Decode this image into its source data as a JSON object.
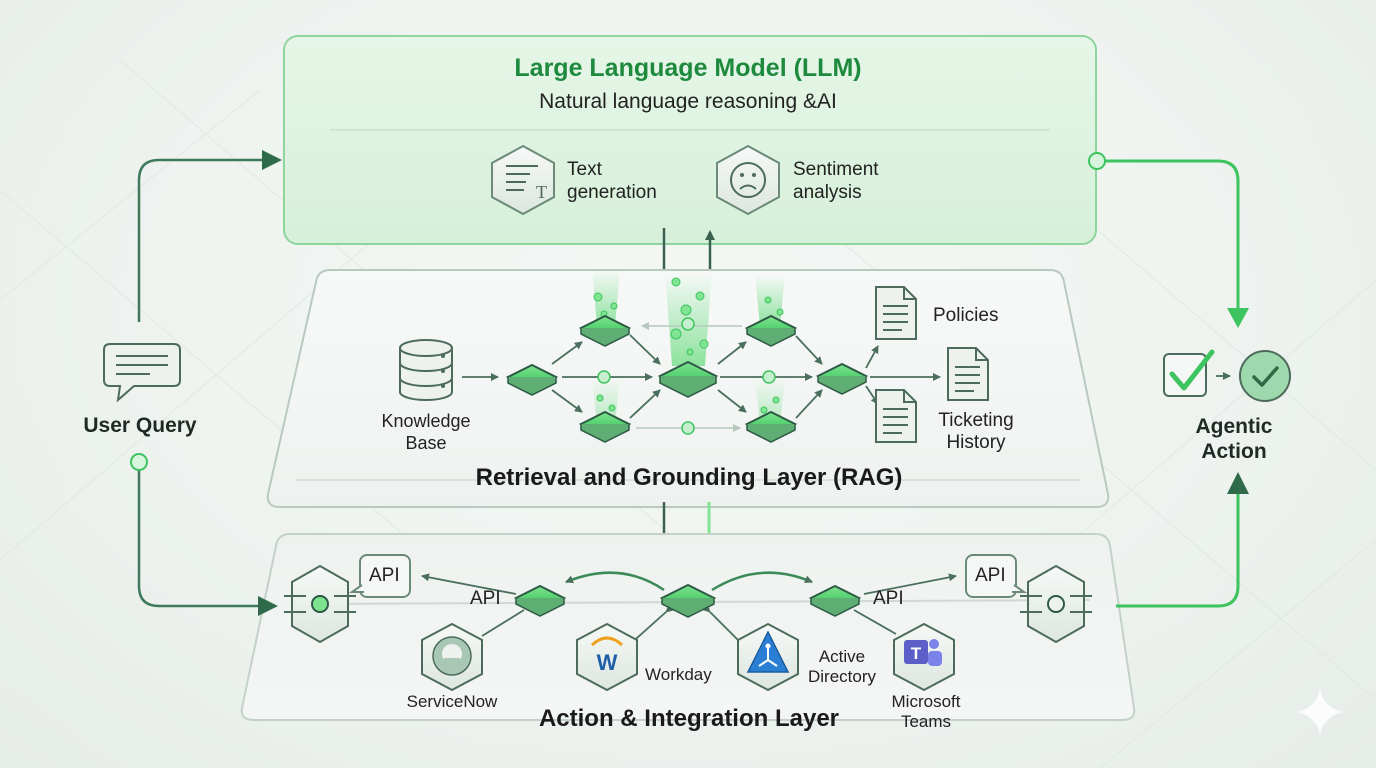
{
  "llm": {
    "title": "Large Language Model (LLM)",
    "subtitle": "Natural language reasoning &AI",
    "features": [
      {
        "label_line1": "Text",
        "label_line2": "generation",
        "icon": "text-generation-icon"
      },
      {
        "label_line1": "Sentiment",
        "label_line2": "analysis",
        "icon": "sentiment-icon"
      }
    ]
  },
  "rag": {
    "title": "Retrieval and Grounding Layer (RAG)",
    "knowledge_base": {
      "line1": "Knowledge",
      "line2": "Base",
      "icon": "database-icon"
    },
    "documents": [
      {
        "line1": "Policies",
        "line2": "",
        "icon": "document-icon"
      },
      {
        "line1": "Ticketing",
        "line2": "History",
        "icon": "document-icon"
      }
    ]
  },
  "action": {
    "title": "Action & Integration Layer",
    "api_left_badge": "API",
    "api_right_badge": "API",
    "api_left_label": "API",
    "api_right_label": "API",
    "integrations": [
      {
        "line1": "ServiceNow",
        "line2": "",
        "icon": "servicenow-icon"
      },
      {
        "line1": "Workday",
        "line2": "",
        "icon": "workday-icon"
      },
      {
        "line1": "Active",
        "line2": "Directory",
        "icon": "active-directory-icon"
      },
      {
        "line1": "Microsoft",
        "line2": "Teams",
        "icon": "microsoft-teams-icon"
      }
    ]
  },
  "user_query": {
    "label": "User Query",
    "icon": "chat-bubble-icon"
  },
  "agentic_action": {
    "line1": "Agentic",
    "line2": "Action",
    "icon": "checkbox-icon"
  },
  "colors": {
    "accent_green": "#3ec45e",
    "dark_green": "#2f6b4a",
    "title_green": "#1e8a3e",
    "panel_border": "#b9c9bf"
  }
}
